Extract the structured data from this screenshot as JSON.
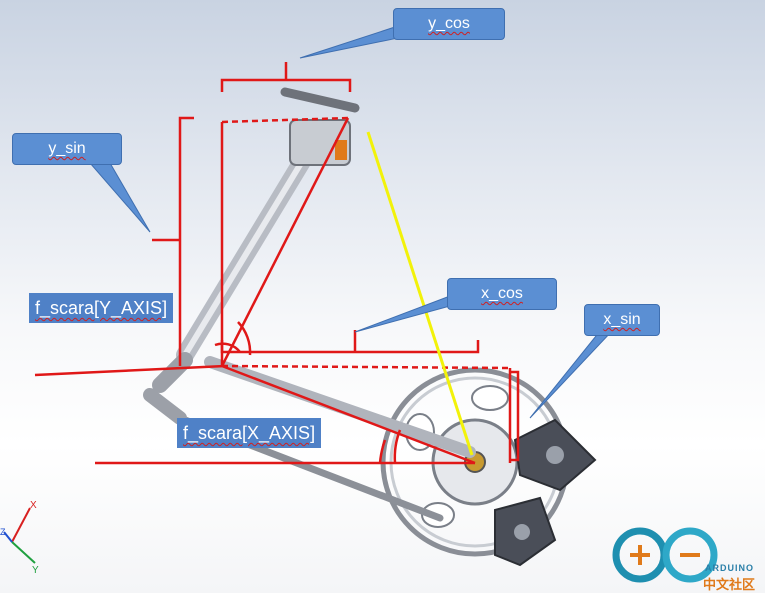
{
  "callouts": {
    "y_cos": "y_cos",
    "y_sin": "y_sin",
    "x_cos": "x_cos",
    "x_sin": "x_sin"
  },
  "labels": {
    "y_axis": "f_scara[Y_AXIS]",
    "x_axis": "f_scara[X_AXIS]"
  },
  "axis_triad": {
    "x": "X",
    "y": "Y",
    "z": "Z"
  },
  "logo": {
    "text": "ARDUINO",
    "cn": "中文社区"
  },
  "colors": {
    "bracket": "#e01818",
    "distance_line": "#f2f20a",
    "callout": "#5b8fd3",
    "label": "#4f81c7"
  }
}
